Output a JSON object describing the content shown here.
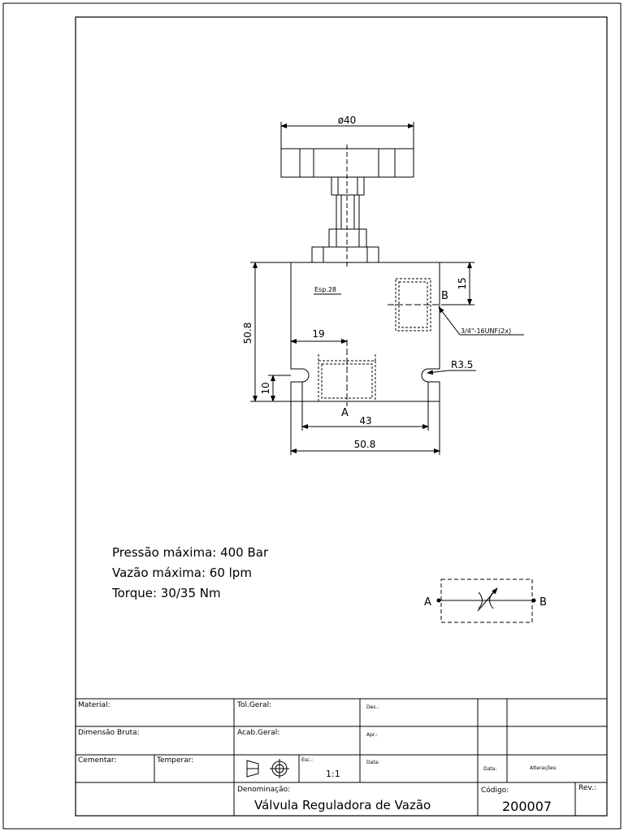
{
  "drawing": {
    "dimensions": {
      "knob_diameter": "ø40",
      "height": "50.8",
      "port_depth": "19",
      "port_center_height": "10",
      "port_b_offset": "15",
      "port_spacing": "43",
      "body_width": "50.8",
      "notch_radius": "R3.5",
      "thread_spec": "3/4\"-16UNF(2x)"
    },
    "labels": {
      "thickness": "Esp.28",
      "port_a": "A",
      "port_b": "B"
    }
  },
  "specs": [
    "Pressão máxima: 400 Bar",
    "Vazão máxima: 60 lpm",
    "Torque: 30/35 Nm"
  ],
  "symbol": {
    "port_a": "A",
    "port_b": "B"
  },
  "title_block": {
    "material_label": "Material:",
    "dimensao_label": "Dimensão Bruta:",
    "cementar_label": "Cementar:",
    "temperar_label": "Temperar:",
    "tol_label": "Tol.Geral:",
    "acab_label": "Acab.Geral:",
    "esc_label": "Esc.:",
    "esc_value": "1:1",
    "des_label": "Des.:",
    "apr_label": "Apr.:",
    "data_label": "Data:",
    "data2_label": "Data:",
    "alteracoes_label": "Alterações:",
    "denominacao_label": "Denominação:",
    "denominacao_value": "Válvula Reguladora de Vazão",
    "codigo_label": "Código:",
    "codigo_value": "200007",
    "rev_label": "Rev.:"
  }
}
